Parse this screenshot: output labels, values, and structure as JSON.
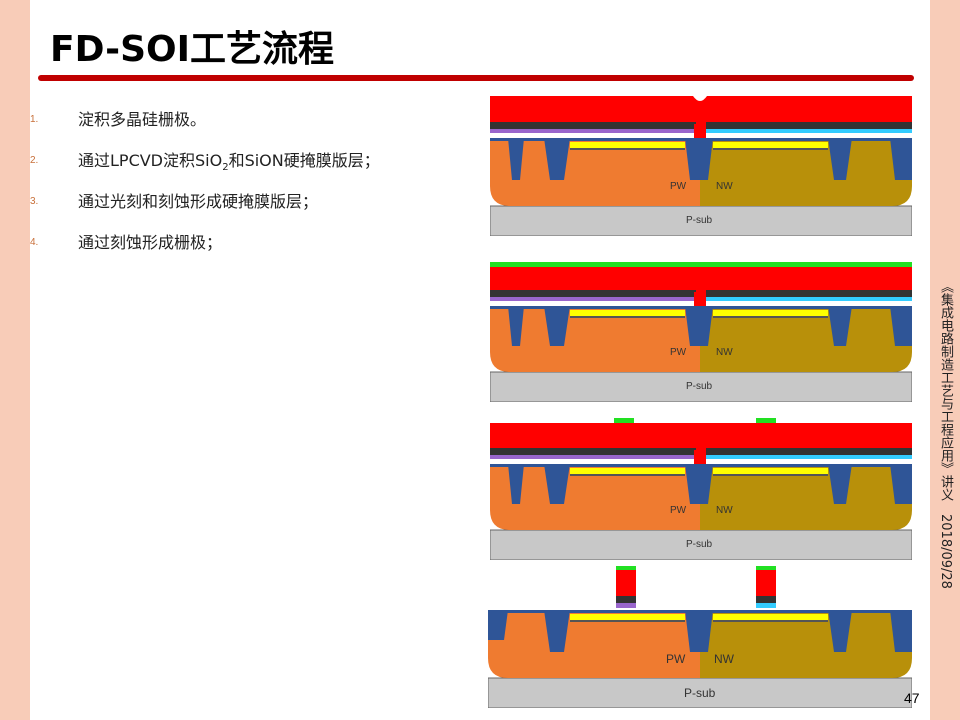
{
  "title": "FD-SOI工艺流程",
  "steps": [
    {
      "num": "1.",
      "text": "淀积多晶硅栅极。"
    },
    {
      "num": "2.",
      "text_pre": "通过LPCVD淀积SiO",
      "sub": "2",
      "text_post": "和SiON硬掩膜版层；"
    },
    {
      "num": "3.",
      "text": "通过光刻和刻蚀形成硬掩膜版层；"
    },
    {
      "num": "4.",
      "text": "通过刻蚀形成栅极；"
    }
  ],
  "diagram_labels": {
    "pw": "PW",
    "nw": "NW",
    "psub": "P-sub"
  },
  "side_text": "《集成电路制造工艺与工程应用》讲义　2018/09/28",
  "page_number": "47",
  "colors": {
    "accent": "#c00000",
    "side_bar": "#f8ccb8",
    "poly": "#ff0000",
    "hardmask": "#22e022",
    "p_well": "#ef7b30",
    "n_well": "#b8900a",
    "sti": "#2f5597",
    "substrate": "#c8c8c8",
    "gate_oxide": "#ffff00"
  }
}
